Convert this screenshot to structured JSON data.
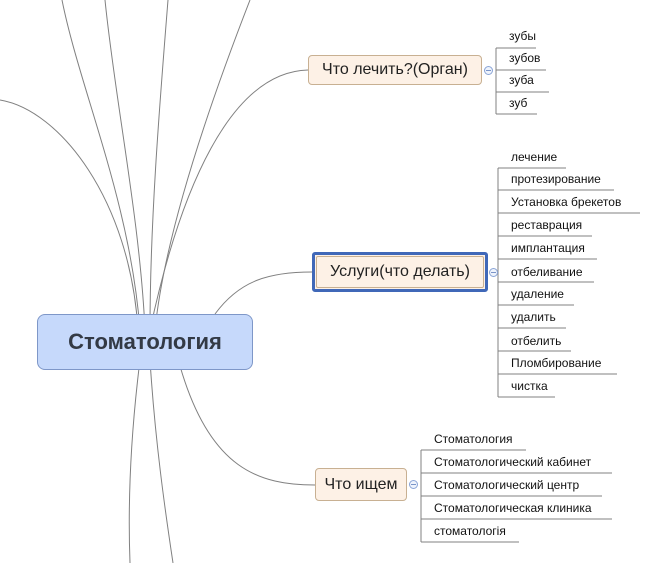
{
  "central": {
    "label": "Стоматология"
  },
  "branches": [
    {
      "label": "Что лечить?(Орган)",
      "items": [
        "зубы",
        "зубов",
        "зуба",
        "зуб"
      ]
    },
    {
      "label": "Услуги(что делать)",
      "selected": true,
      "items": [
        "лечение",
        "протезирование",
        "Установка брекетов",
        "реставрация",
        "имплантация",
        "отбеливание",
        "удаление",
        "удалить",
        "отбелить",
        "Пломбирование",
        "чистка"
      ]
    },
    {
      "label": "Что ищем",
      "items": [
        "Стоматология",
        "Стоматологический кабинет",
        "Стоматологический центр",
        "Стоматологическая клиника",
        "стоматологія"
      ]
    }
  ],
  "colors": {
    "central_fill": "#c6d9fb",
    "topic_fill": "#fdf1e6",
    "selection": "#4068b8",
    "connector": "#808080"
  }
}
